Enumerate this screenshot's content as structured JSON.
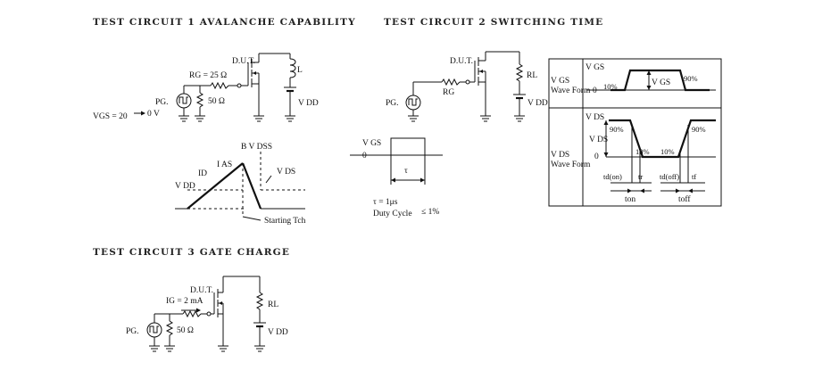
{
  "headings": {
    "tc1": "TEST CIRCUIT 1 AVALANCHE CAPABILITY",
    "tc2": "TEST CIRCUIT 2 SWITCHING TIME",
    "tc3": "TEST CIRCUIT 3 GATE CHARGE"
  },
  "tc1": {
    "dut": "D.U.T.",
    "rg": "RG = 25  Ω",
    "inductor": "L",
    "pg": "PG.",
    "r50": "50  Ω",
    "vdd": "V DD",
    "vgs": "VGS = 20",
    "vgs_to": "0 V",
    "bvdss": "B V DSS",
    "ias": "I AS",
    "id": "ID",
    "vds": "V DS",
    "vdd_wave": "V DD",
    "starting": "Starting Tch"
  },
  "tc2": {
    "dut": "D.U.T.",
    "rl": "RL",
    "rg": "RG",
    "pg": "PG.",
    "vdd": "V DD",
    "pulse_vgs": "V GS",
    "pulse_zero": "0",
    "tau": "τ",
    "tau_eq": "τ = 1μs",
    "duty": "Duty Cycle",
    "duty_val": "≤ 1%",
    "wave_vgs_1": "V GS",
    "wave_vgs_2": "Wave  Form",
    "vgs_top": "V GS",
    "p10_a": "10%",
    "vgs_mid": "V GS",
    "p90_a": "90%",
    "zero_a": "0",
    "wave_vds_1": "V DS",
    "wave_vds_2": "Wave  Form",
    "vds_top": "V DS",
    "p90_b": "90%",
    "vds_mid": "V DS",
    "zero_b": "0",
    "p10_b": "10%",
    "p10_c": "10%",
    "p90_c": "90%",
    "tdon": "td(on)",
    "tr": "tr",
    "tdoff": "td(off)",
    "tf": "tf",
    "ton": "ton",
    "toff": "toff"
  },
  "tc3": {
    "dut": "D.U.T.",
    "ig": "IG = 2 mA",
    "rl": "RL",
    "pg": "PG.",
    "r50": "50  Ω",
    "vdd": "V DD"
  }
}
